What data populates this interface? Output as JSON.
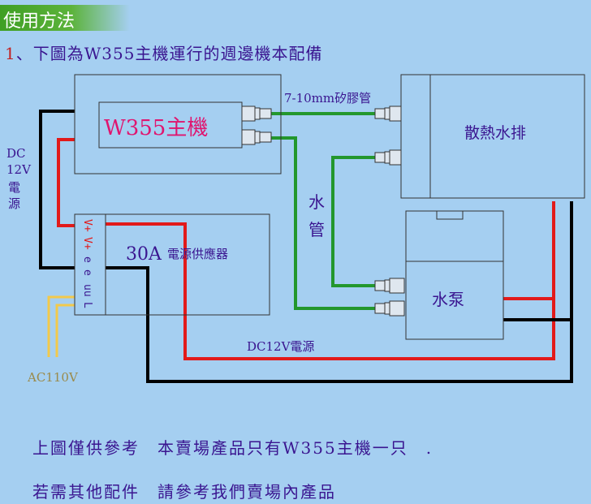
{
  "header": {
    "title": "使用方法"
  },
  "intro": {
    "number": "1",
    "text": "、下圖為W355主機運行的週邊機本配備"
  },
  "diagram": {
    "main_unit": "W355主機",
    "tube_label": "7-10mm矽膠管",
    "radiator": "散熱水排",
    "water_pipe": [
      "水",
      "管"
    ],
    "dc_side": [
      "DC",
      "12V",
      "電",
      "源"
    ],
    "psu": {
      "amps": "30A",
      "name": "電源供應器",
      "terminals": [
        "V+",
        "V+",
        "e",
        "e",
        "uu",
        "L"
      ]
    },
    "pump": "水泵",
    "dc_line": "DC12V電源",
    "ac": "AC110V",
    "colors": {
      "red": "#e21a1a",
      "black": "#000000",
      "green": "#23972d",
      "yellow": "#f2c94c"
    }
  },
  "notes": {
    "line1": "上圖僅供參考　本賣場產品只有W355主機一只　.",
    "line2": "若需其他配件　請參考我們賣場內產品"
  }
}
